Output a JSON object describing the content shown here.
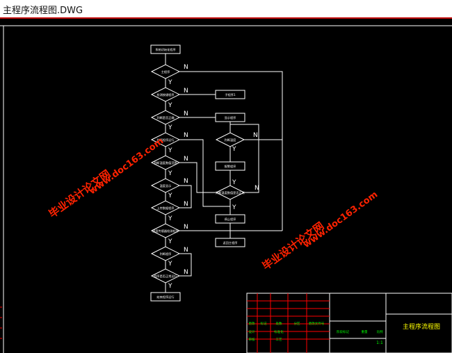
{
  "window": {
    "title": "主程序流程图.DWG"
  },
  "flowchart": {
    "nodes": [
      {
        "id": "start",
        "kind": "process",
        "label": "系统初始化程序"
      },
      {
        "id": "d1",
        "kind": "decision",
        "label": "主程序"
      },
      {
        "id": "d2",
        "kind": "decision",
        "label": "检测按键程序"
      },
      {
        "id": "p_r1",
        "kind": "process",
        "label": "子程序1"
      },
      {
        "id": "d3",
        "kind": "decision",
        "label": "判断是否正确"
      },
      {
        "id": "p_r2",
        "kind": "process",
        "label": "显示程序"
      },
      {
        "id": "d4",
        "kind": "decision",
        "label": "判断程序运行"
      },
      {
        "id": "d_r1",
        "kind": "decision",
        "label": "判断温度"
      },
      {
        "id": "d5",
        "kind": "decision",
        "label": "判断温度数值范围"
      },
      {
        "id": "p_r3",
        "kind": "process",
        "label": "报警程序"
      },
      {
        "id": "d6",
        "kind": "decision",
        "label": "温度显示"
      },
      {
        "id": "d_r2",
        "kind": "decision",
        "label": "判断温度数值是否正常"
      },
      {
        "id": "d7",
        "kind": "decision",
        "label": "上传数据程序"
      },
      {
        "id": "p_r4",
        "kind": "process",
        "label": "停止程序"
      },
      {
        "id": "d8",
        "kind": "decision",
        "label": "温度传感器检测程序"
      },
      {
        "id": "p_r5",
        "kind": "process",
        "label": "返回主程序"
      },
      {
        "id": "d9",
        "kind": "decision",
        "label": "判断程序"
      },
      {
        "id": "d10",
        "kind": "decision",
        "label": "程序是否正常运行"
      },
      {
        "id": "end",
        "kind": "process",
        "label": "结束程序运行"
      }
    ],
    "yes_label": "Y",
    "no_label": "N"
  },
  "watermarks": [
    "毕业设计论文网",
    "www.doc163.com"
  ],
  "title_block": {
    "drawing_title": "主程序流程图",
    "headers": [
      "更改",
      "标记",
      "处数",
      "分区",
      "更改文件号",
      "签名",
      "年.月.日"
    ],
    "rows": [
      [
        "设计",
        "标准化",
        "阶段标记",
        "重量",
        "比例"
      ],
      [
        "审核",
        "工艺",
        "批准"
      ]
    ],
    "scale": "1:1"
  },
  "colors": {
    "background": "#000000",
    "lines": "#ffffff",
    "red": "#ff0000",
    "green": "#00ff00",
    "yellow": "#ffff00",
    "watermark": "#ff2200"
  }
}
